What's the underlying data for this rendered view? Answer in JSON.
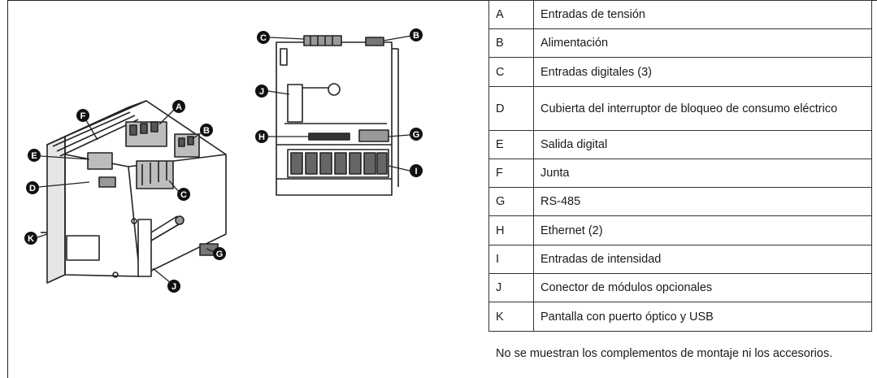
{
  "parts": [
    {
      "code": "A",
      "label": "Entradas de tensión"
    },
    {
      "code": "B",
      "label": "Alimentación"
    },
    {
      "code": "C",
      "label": "Entradas digitales (3)"
    },
    {
      "code": "D",
      "label": "Cubierta del interruptor de bloqueo de consumo eléctrico"
    },
    {
      "code": "E",
      "label": "Salida digital"
    },
    {
      "code": "F",
      "label": "Junta"
    },
    {
      "code": "G",
      "label": "RS-485"
    },
    {
      "code": "H",
      "label": "Ethernet (2)"
    },
    {
      "code": "I",
      "label": "Entradas de intensidad"
    },
    {
      "code": "J",
      "label": "Conector de módulos opcionales"
    },
    {
      "code": "K",
      "label": "Pantalla con puerto óptico y USB"
    }
  ],
  "note": "No se muestran los complementos de montaje ni los accesorios.",
  "callouts": {
    "iso": [
      "A",
      "B",
      "C",
      "D",
      "E",
      "F",
      "G",
      "J",
      "K"
    ],
    "rear": [
      "B",
      "C",
      "G",
      "H",
      "I",
      "J"
    ]
  }
}
